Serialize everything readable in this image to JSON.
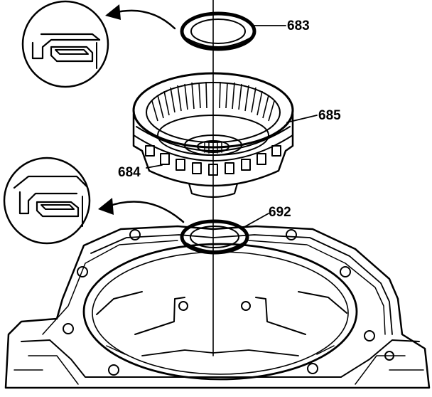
{
  "diagram": {
    "callouts": {
      "bearing_top": "683",
      "drum_assembly": "685",
      "drum_hub": "684",
      "bearing_bottom": "692"
    }
  }
}
